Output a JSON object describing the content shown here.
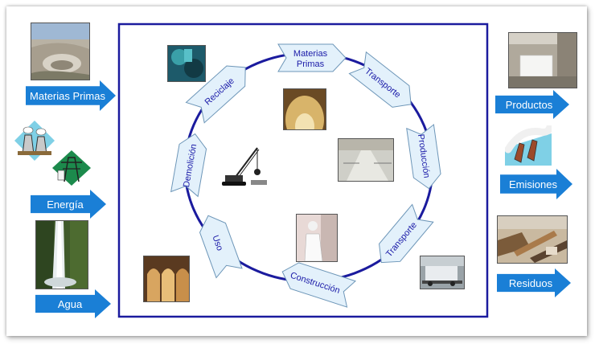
{
  "colors": {
    "arrow_blue": "#1a7fd6",
    "cycle_blue": "#1b1b9e",
    "cycle_arrow_fill": "#e3f1fb",
    "cycle_arrow_stroke": "#6d96b8",
    "cycle_text": "#1a1aa8"
  },
  "inputs": [
    {
      "label": "Materias Primas",
      "image": "quarry-photo"
    },
    {
      "label": "Energía",
      "image": "power-plant-icon"
    },
    {
      "label": "Agua",
      "image": "waterfall-photo"
    }
  ],
  "outputs": [
    {
      "label": "Productos",
      "image": "warehouse-photo"
    },
    {
      "label": "Emisiones",
      "image": "smokestack-icon"
    },
    {
      "label": "Residuos",
      "image": "debris-photo"
    }
  ],
  "cycle": [
    {
      "label": "Materias Primas"
    },
    {
      "label": "Transporte"
    },
    {
      "label": "Producción"
    },
    {
      "label": "Transporte"
    },
    {
      "label": "Construcción"
    },
    {
      "label": "Uso"
    },
    {
      "label": "Demolición"
    },
    {
      "label": "Reciclaje"
    }
  ]
}
